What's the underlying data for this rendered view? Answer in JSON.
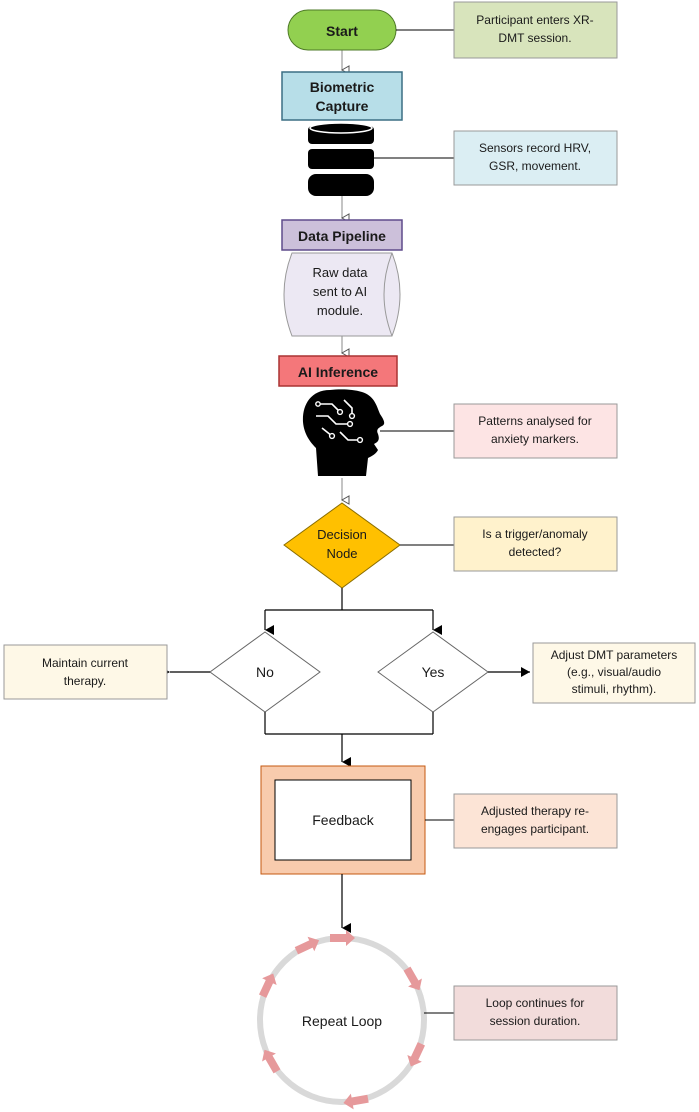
{
  "nodes": {
    "start": "Start",
    "biometric": [
      "Biometric",
      "Capture"
    ],
    "pipeline": "Data Pipeline",
    "pipeline_note": [
      "Raw data",
      "sent to AI",
      "module."
    ],
    "ai": "AI Inference",
    "decision": [
      "Decision",
      "Node"
    ],
    "no": "No",
    "yes": "Yes",
    "feedback": "Feedback",
    "repeat": "Repeat Loop"
  },
  "notes": {
    "start": [
      "Participant enters XR-",
      "DMT session."
    ],
    "sensors": [
      "Sensors record HRV,",
      "GSR, movement."
    ],
    "patterns": [
      "Patterns analysed for",
      "anxiety markers."
    ],
    "trigger": [
      "Is a trigger/anomaly",
      "detected?"
    ],
    "maintain": [
      "Maintain current",
      "therapy."
    ],
    "adjust": [
      "Adjust DMT parameters",
      "(e.g., visual/audio",
      "stimuli, rhythm)."
    ],
    "adjusted": [
      "Adjusted therapy re-",
      "engages participant."
    ],
    "loop": [
      "Loop continues for",
      "session duration."
    ]
  },
  "colors": {
    "start_fill": "#92d050",
    "biometric_fill": "#b7dee8",
    "pipeline_fill": "#ccc0da",
    "ai_fill": "#f4777a",
    "decision_fill": "#ffc000",
    "feedback_frame": "#f8cbad",
    "note_green": "#d8e4bc",
    "note_blue": "#dbeef3",
    "note_pink": "#fde4e4",
    "note_yellow": "#fff2cc",
    "note_cream": "#fef8e7",
    "note_peach": "#fce4d6",
    "note_rose": "#f2dcdb",
    "loop_ring": "#d9d9d9",
    "loop_arrow": "#e6999b"
  },
  "icons": {
    "database": "database-icon",
    "ai_head": "ai-head-icon"
  }
}
